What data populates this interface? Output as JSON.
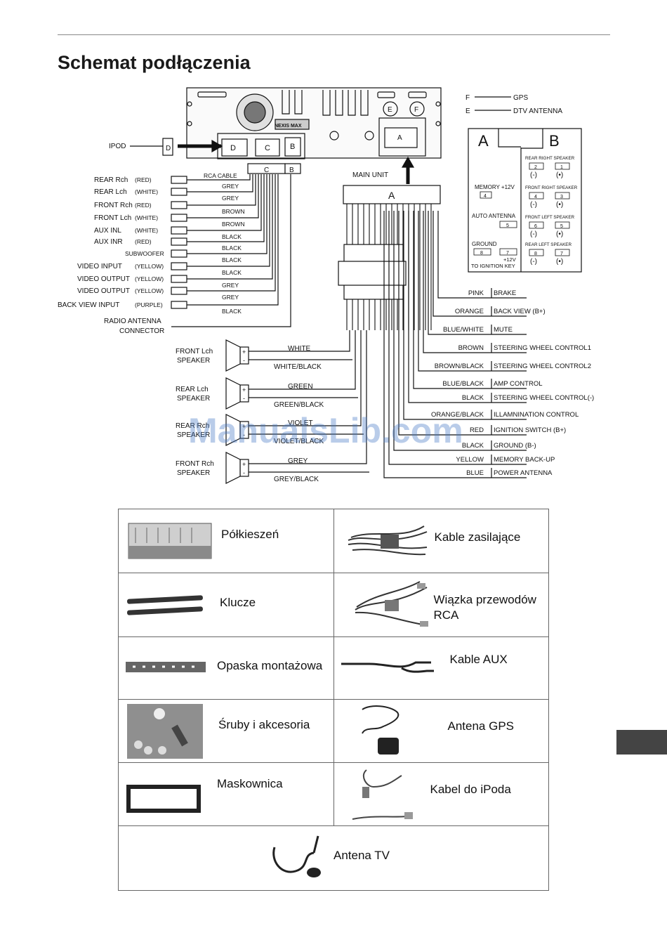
{
  "page": {
    "title": "Schemat podłączenia",
    "watermark": "ManualsLib.com",
    "side_tab_color": "#444444"
  },
  "diagram": {
    "unit_connectors": [
      "D",
      "C",
      "B",
      "E",
      "F",
      "A"
    ],
    "unit_brand": "NEXIS MAX",
    "ipod_label": "IPOD",
    "ipod_connector": "D",
    "main_unit_label": "MAIN UNIT",
    "main_connector_label": "A",
    "rca_cable_label": "RCA CABLE",
    "c_label": "C",
    "b_label": "B",
    "legend": [
      {
        "letter": "F",
        "label": "GPS"
      },
      {
        "letter": "E",
        "label": "DTV ANTENNA"
      }
    ],
    "rca_items": [
      {
        "name": "REAR Rch",
        "color": "(RED)",
        "wire": "GREY"
      },
      {
        "name": "REAR Lch",
        "color": "(WHITE)",
        "wire": "GREY"
      },
      {
        "name": "FRONT Rch",
        "color": "(RED)",
        "wire": "BROWN"
      },
      {
        "name": "FRONT Lch",
        "color": "(WHITE)",
        "wire": "BROWN"
      },
      {
        "name": "AUX INL",
        "color": "(WHITE)",
        "wire": "BLACK"
      },
      {
        "name": "AUX INR",
        "color": "(RED)",
        "wire": "BLACK"
      },
      {
        "name": "SUBWOOFER",
        "color": "",
        "wire": "BLACK"
      },
      {
        "name": "VIDEO  INPUT",
        "color": "(YELLOW)",
        "wire": "BLACK"
      },
      {
        "name": "VIDEO  OUTPUT",
        "color": "(YELLOW)",
        "wire": "GREY"
      },
      {
        "name": "VIDEO  OUTPUT",
        "color": "(YELLOW)",
        "wire": "GREY"
      },
      {
        "name": "BACK VIEW  INPUT",
        "color": "(PURPLE)",
        "wire": "BLACK"
      }
    ],
    "radio_antenna": [
      "RADIO ANTENNA",
      "CONNECTOR"
    ],
    "connector_a_box": {
      "title": "A",
      "pins": [
        {
          "label": "MEMORY +12V",
          "pin": "4"
        },
        {
          "label": "AUTO ANTENNA",
          "pin": "5"
        },
        {
          "label": "GROUND",
          "pin": "8"
        },
        {
          "label": "+12V",
          "pin": "7"
        }
      ],
      "ignition_note": "TO IGNITION KEY"
    },
    "connector_b_box": {
      "title": "B",
      "groups": [
        {
          "label": "REAR RIGHT SPEAKER",
          "pin_neg": "2",
          "pin_pos": "1"
        },
        {
          "label": "FRONT RIGHT SPEAKER",
          "pin_neg": "4",
          "pin_pos": "3"
        },
        {
          "label": "FRONT LEFT SPEAKER",
          "pin_neg": "6",
          "pin_pos": "5"
        },
        {
          "label": "REAR LEFT SPEAKER",
          "pin_neg": "8",
          "pin_pos": "7"
        }
      ],
      "neg_symbol": "(-)",
      "pos_symbol": "(•)"
    },
    "speakers": [
      {
        "name": [
          "FRONT Lch",
          "SPEAKER"
        ],
        "pos_wire": "WHITE",
        "neg_wire": "WHITE/BLACK"
      },
      {
        "name": [
          "REAR  Lch",
          "SPEAKER"
        ],
        "pos_wire": "GREEN",
        "neg_wire": "GREEN/BLACK"
      },
      {
        "name": [
          "REAR  Rch",
          "SPEAKER"
        ],
        "pos_wire": "VIOLET",
        "neg_wire": "VIOLET/BLACK"
      },
      {
        "name": [
          "FRONT Rch",
          "SPEAKER"
        ],
        "pos_wire": "GREY",
        "neg_wire": "GREY/BLACK"
      }
    ],
    "right_wires": [
      {
        "color": "PINK",
        "function": "BRAKE"
      },
      {
        "color": "ORANGE",
        "function": "BACK VIEW (B+)"
      },
      {
        "color": "BLUE/WHITE",
        "function": "MUTE"
      },
      {
        "color": "BROWN",
        "function": "STEERING WHEEL CONTROL1"
      },
      {
        "color": "BROWN/BLACK",
        "function": "STEERING WHEEL CONTROL2"
      },
      {
        "color": "BLUE/BLACK",
        "function": "AMP  CONTROL"
      },
      {
        "color": "BLACK",
        "function": "STEERING WHEEL CONTROL(-)"
      },
      {
        "color": "ORANGE/BLACK",
        "function": "ILLAMNINATION  CONTROL"
      },
      {
        "color": "RED",
        "function": "IGNITION  SWITCH (B+)"
      },
      {
        "color": "BLACK",
        "function": "GROUND (B-)"
      },
      {
        "color": "YELLOW",
        "function": "MEMORY  BACK-UP"
      },
      {
        "color": "BLUE",
        "function": "POWER  ANTENNA"
      }
    ]
  },
  "accessories": [
    {
      "label": "Półkieszeń",
      "icon": "half-pocket-icon"
    },
    {
      "label": "Kable zasilające",
      "icon": "power-cables-icon"
    },
    {
      "label": "Klucze",
      "icon": "keys-icon"
    },
    {
      "label": "Wiązka przewodów",
      "label2": "RCA",
      "icon": "rca-harness-icon"
    },
    {
      "label": "Opaska montażowa",
      "icon": "mounting-strap-icon"
    },
    {
      "label": "Kable AUX",
      "icon": "aux-cable-icon"
    },
    {
      "label": "Śruby i akcesoria",
      "icon": "screws-icon"
    },
    {
      "label": "Antena GPS",
      "icon": "gps-antenna-icon"
    },
    {
      "label": "Maskownica",
      "icon": "trim-frame-icon"
    },
    {
      "label": "Kabel do iPoda",
      "icon": "ipod-cable-icon"
    },
    {
      "label": "Antena TV",
      "icon": "tv-antenna-icon"
    }
  ]
}
